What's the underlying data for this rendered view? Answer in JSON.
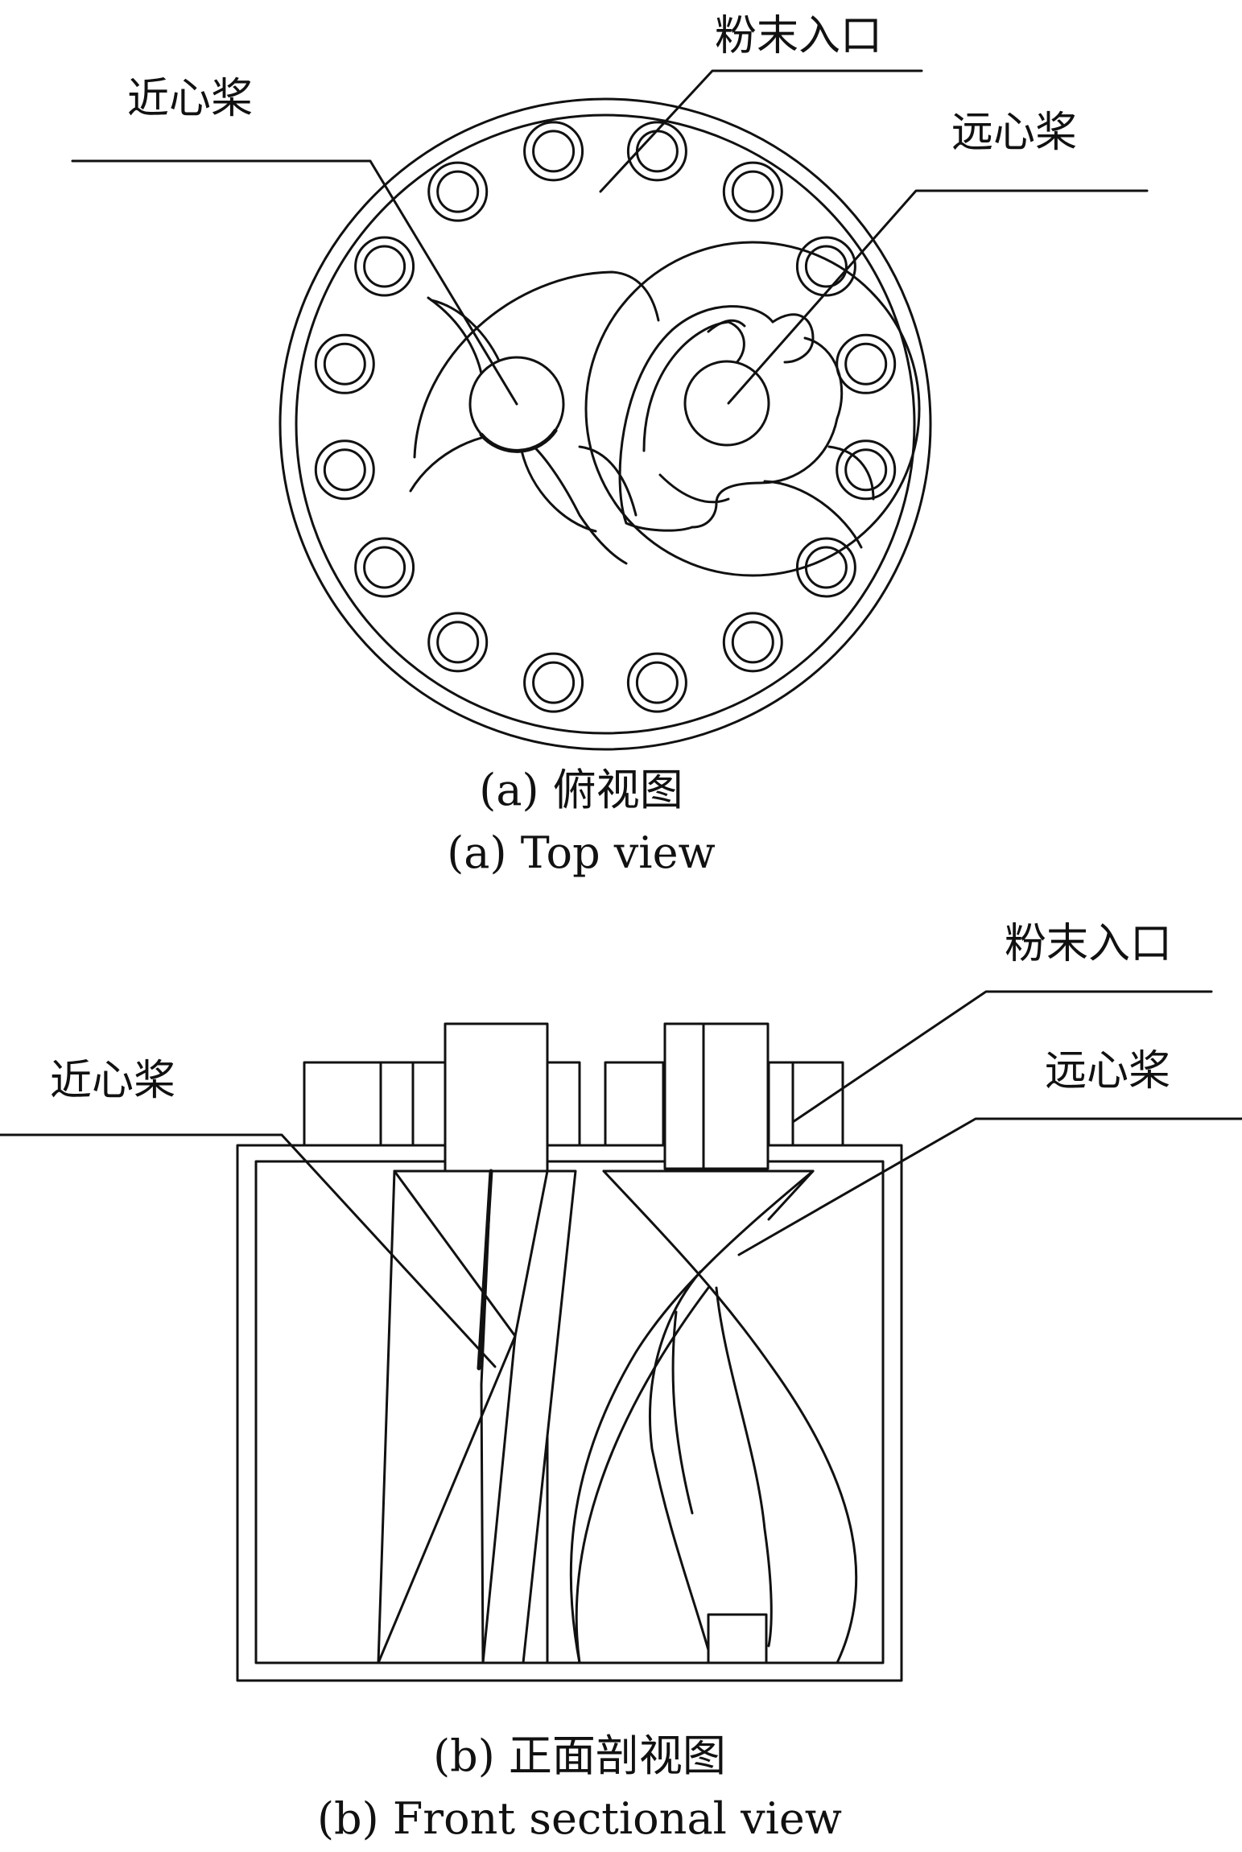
{
  "top_view": {
    "labels": {
      "powder_inlet": "粉末入口",
      "near_center_paddle": "近心桨",
      "far_center_paddle": "远心桨"
    },
    "caption_cn": "(a) 俯视图",
    "caption_en": "(a) Top view"
  },
  "front_view": {
    "labels": {
      "powder_inlet": "粉末入口",
      "near_center_paddle": "近心桨",
      "far_center_paddle": "远心桨"
    },
    "caption_cn": "(b) 正面剖视图",
    "caption_en": "(b) Front sectional view"
  }
}
